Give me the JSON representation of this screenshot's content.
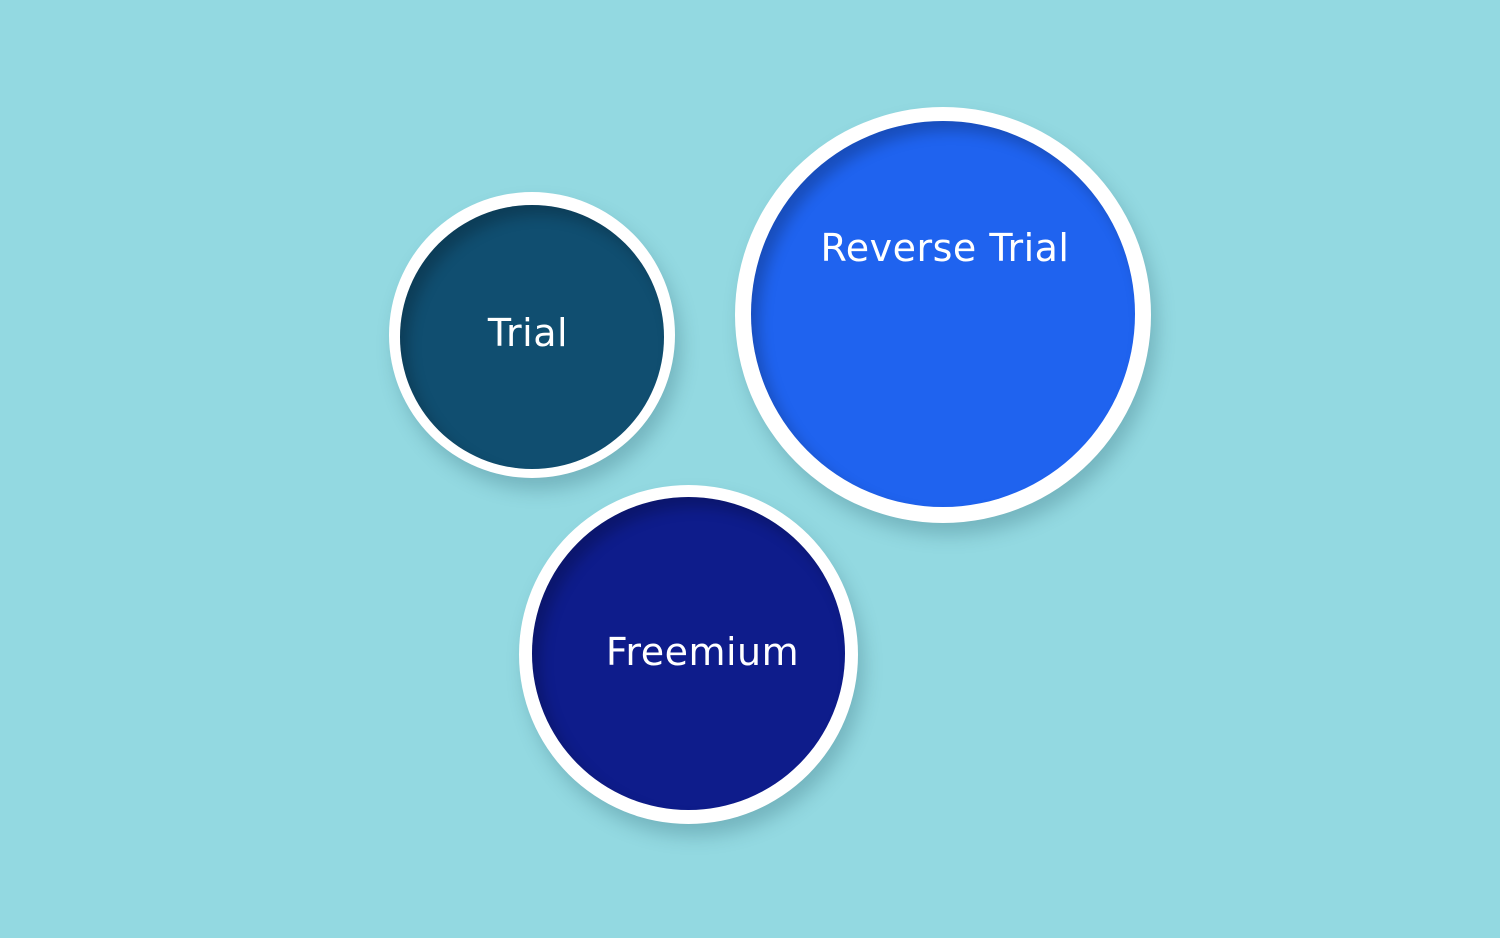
{
  "background_color": "#93d9e1",
  "ring_color": "#ffffff",
  "bubbles": [
    {
      "label": "Trial",
      "fill_color": "#104e70"
    },
    {
      "label": "Reverse Trial",
      "fill_color": "#1f63ef"
    },
    {
      "label": "Freemium",
      "fill_color": "#0e1c8b"
    }
  ]
}
